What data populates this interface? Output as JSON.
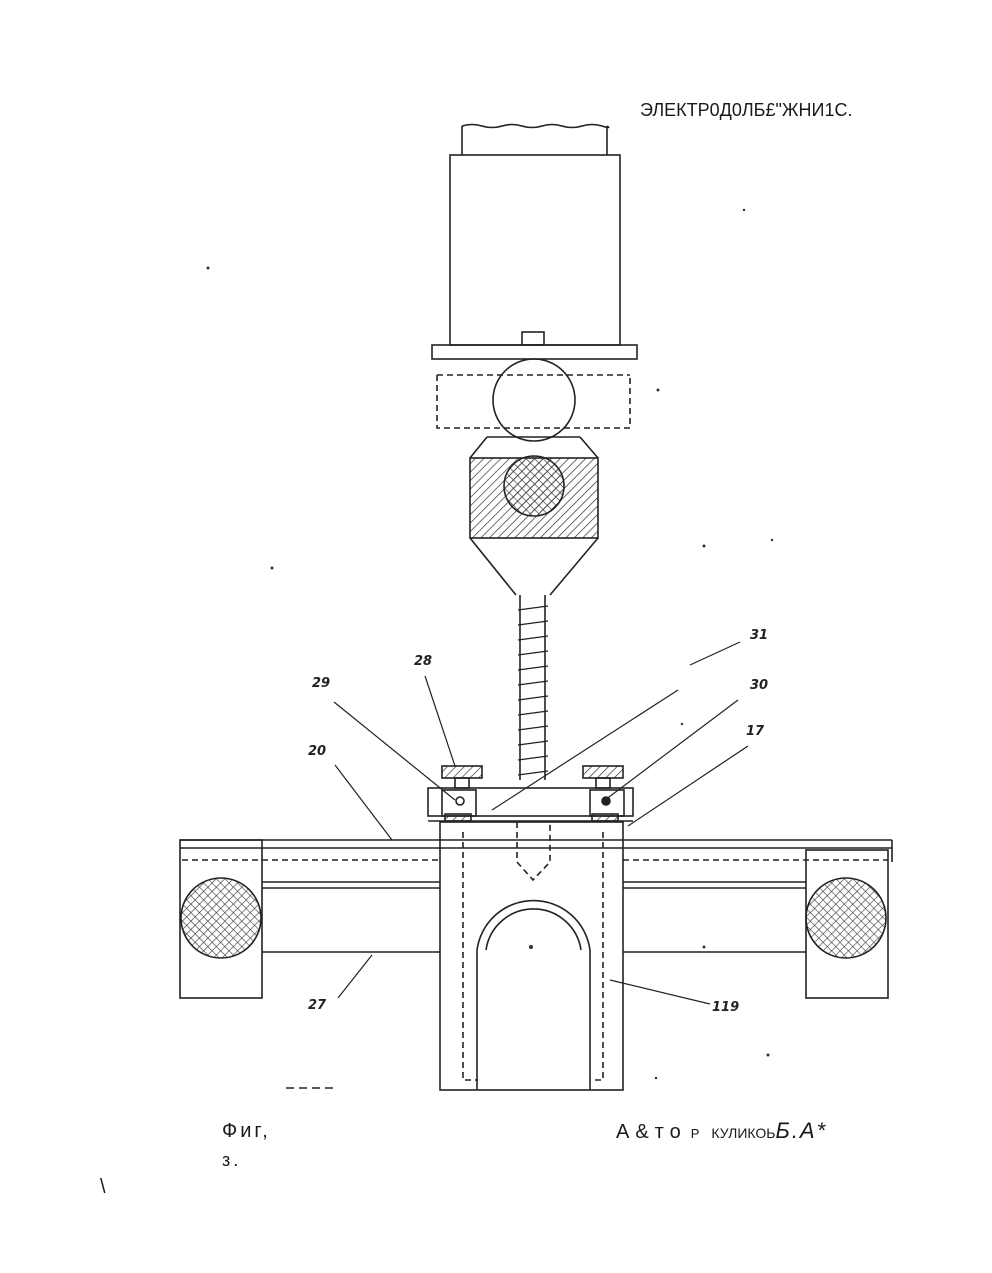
{
  "header": {
    "title": "ЭЛЕКТР0Д0ЛБ£\"ЖНИ1С."
  },
  "caption": {
    "fig_line1": "Фиг,",
    "fig_line2": "з."
  },
  "author": {
    "part1": "А&то",
    "part2": "Р",
    "part3": "КУЛИКОЬ",
    "part4": "Б.А*"
  },
  "corner_mark": "\\",
  "labels": {
    "l31": "31",
    "l28": "28",
    "l30": "30",
    "l29": "29",
    "l17": "17",
    "l20": "20",
    "l27": "27",
    "l19": "119"
  }
}
